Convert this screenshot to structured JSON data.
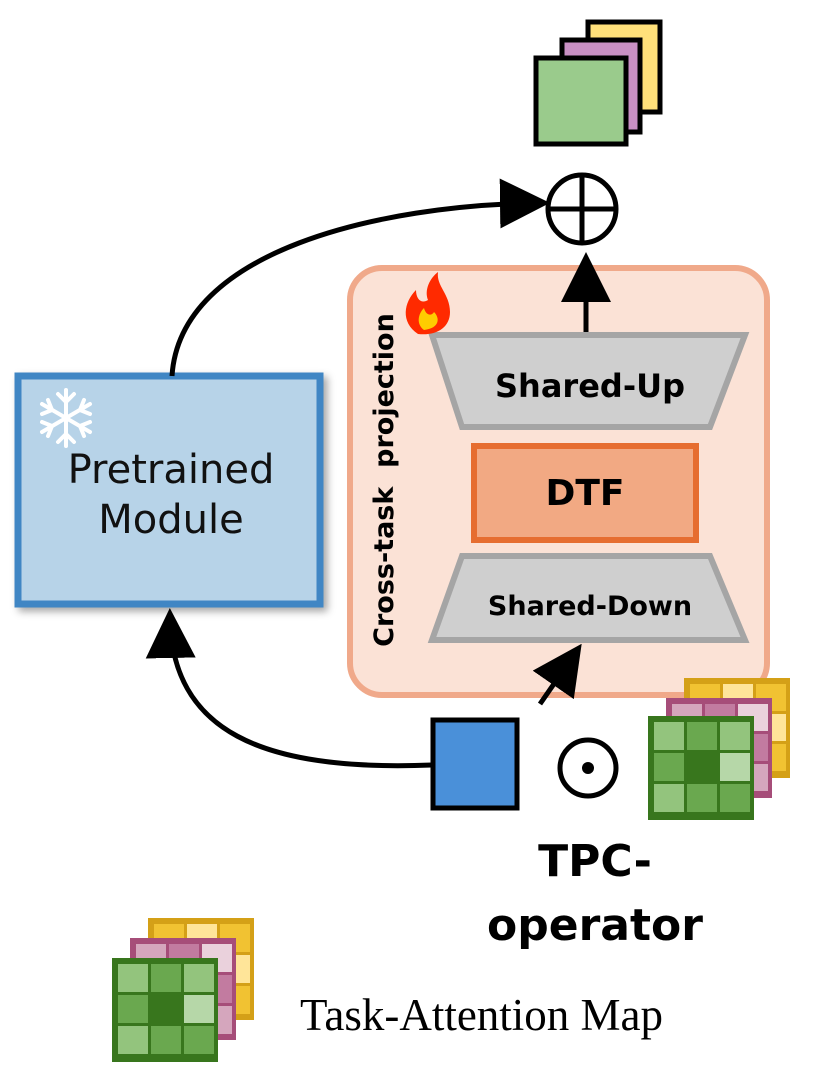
{
  "labels": {
    "pretrained_module": "Pretrained\nModule",
    "shared_up": "Shared-Up",
    "dtf": "DTF",
    "shared_down": "Shared-Down",
    "cross_task_projection": "Cross-task  projection",
    "tpc_operator": "TPC-\noperator",
    "legend_task_attention_map": "Task-Attention Map"
  },
  "symbols": {
    "sum": "oplus-icon",
    "product": "odot-icon",
    "frozen": "snowflake-icon",
    "trainable": "flame-icon"
  },
  "colors": {
    "pretrained_fill": "#b7d3e8",
    "pretrained_border": "#3f86c4",
    "projection_fill": "#fbe2d6",
    "projection_border": "#f0a98a",
    "trapezoid_fill": "#cfcfcf",
    "trapezoid_border": "#a5a5a5",
    "dtf_fill": "#f2a983",
    "dtf_border": "#e66d30",
    "input_square": "#4a90d9",
    "task_green": "#6aa84f",
    "task_purple": "#c27ba0",
    "task_yellow": "#f1c232"
  }
}
